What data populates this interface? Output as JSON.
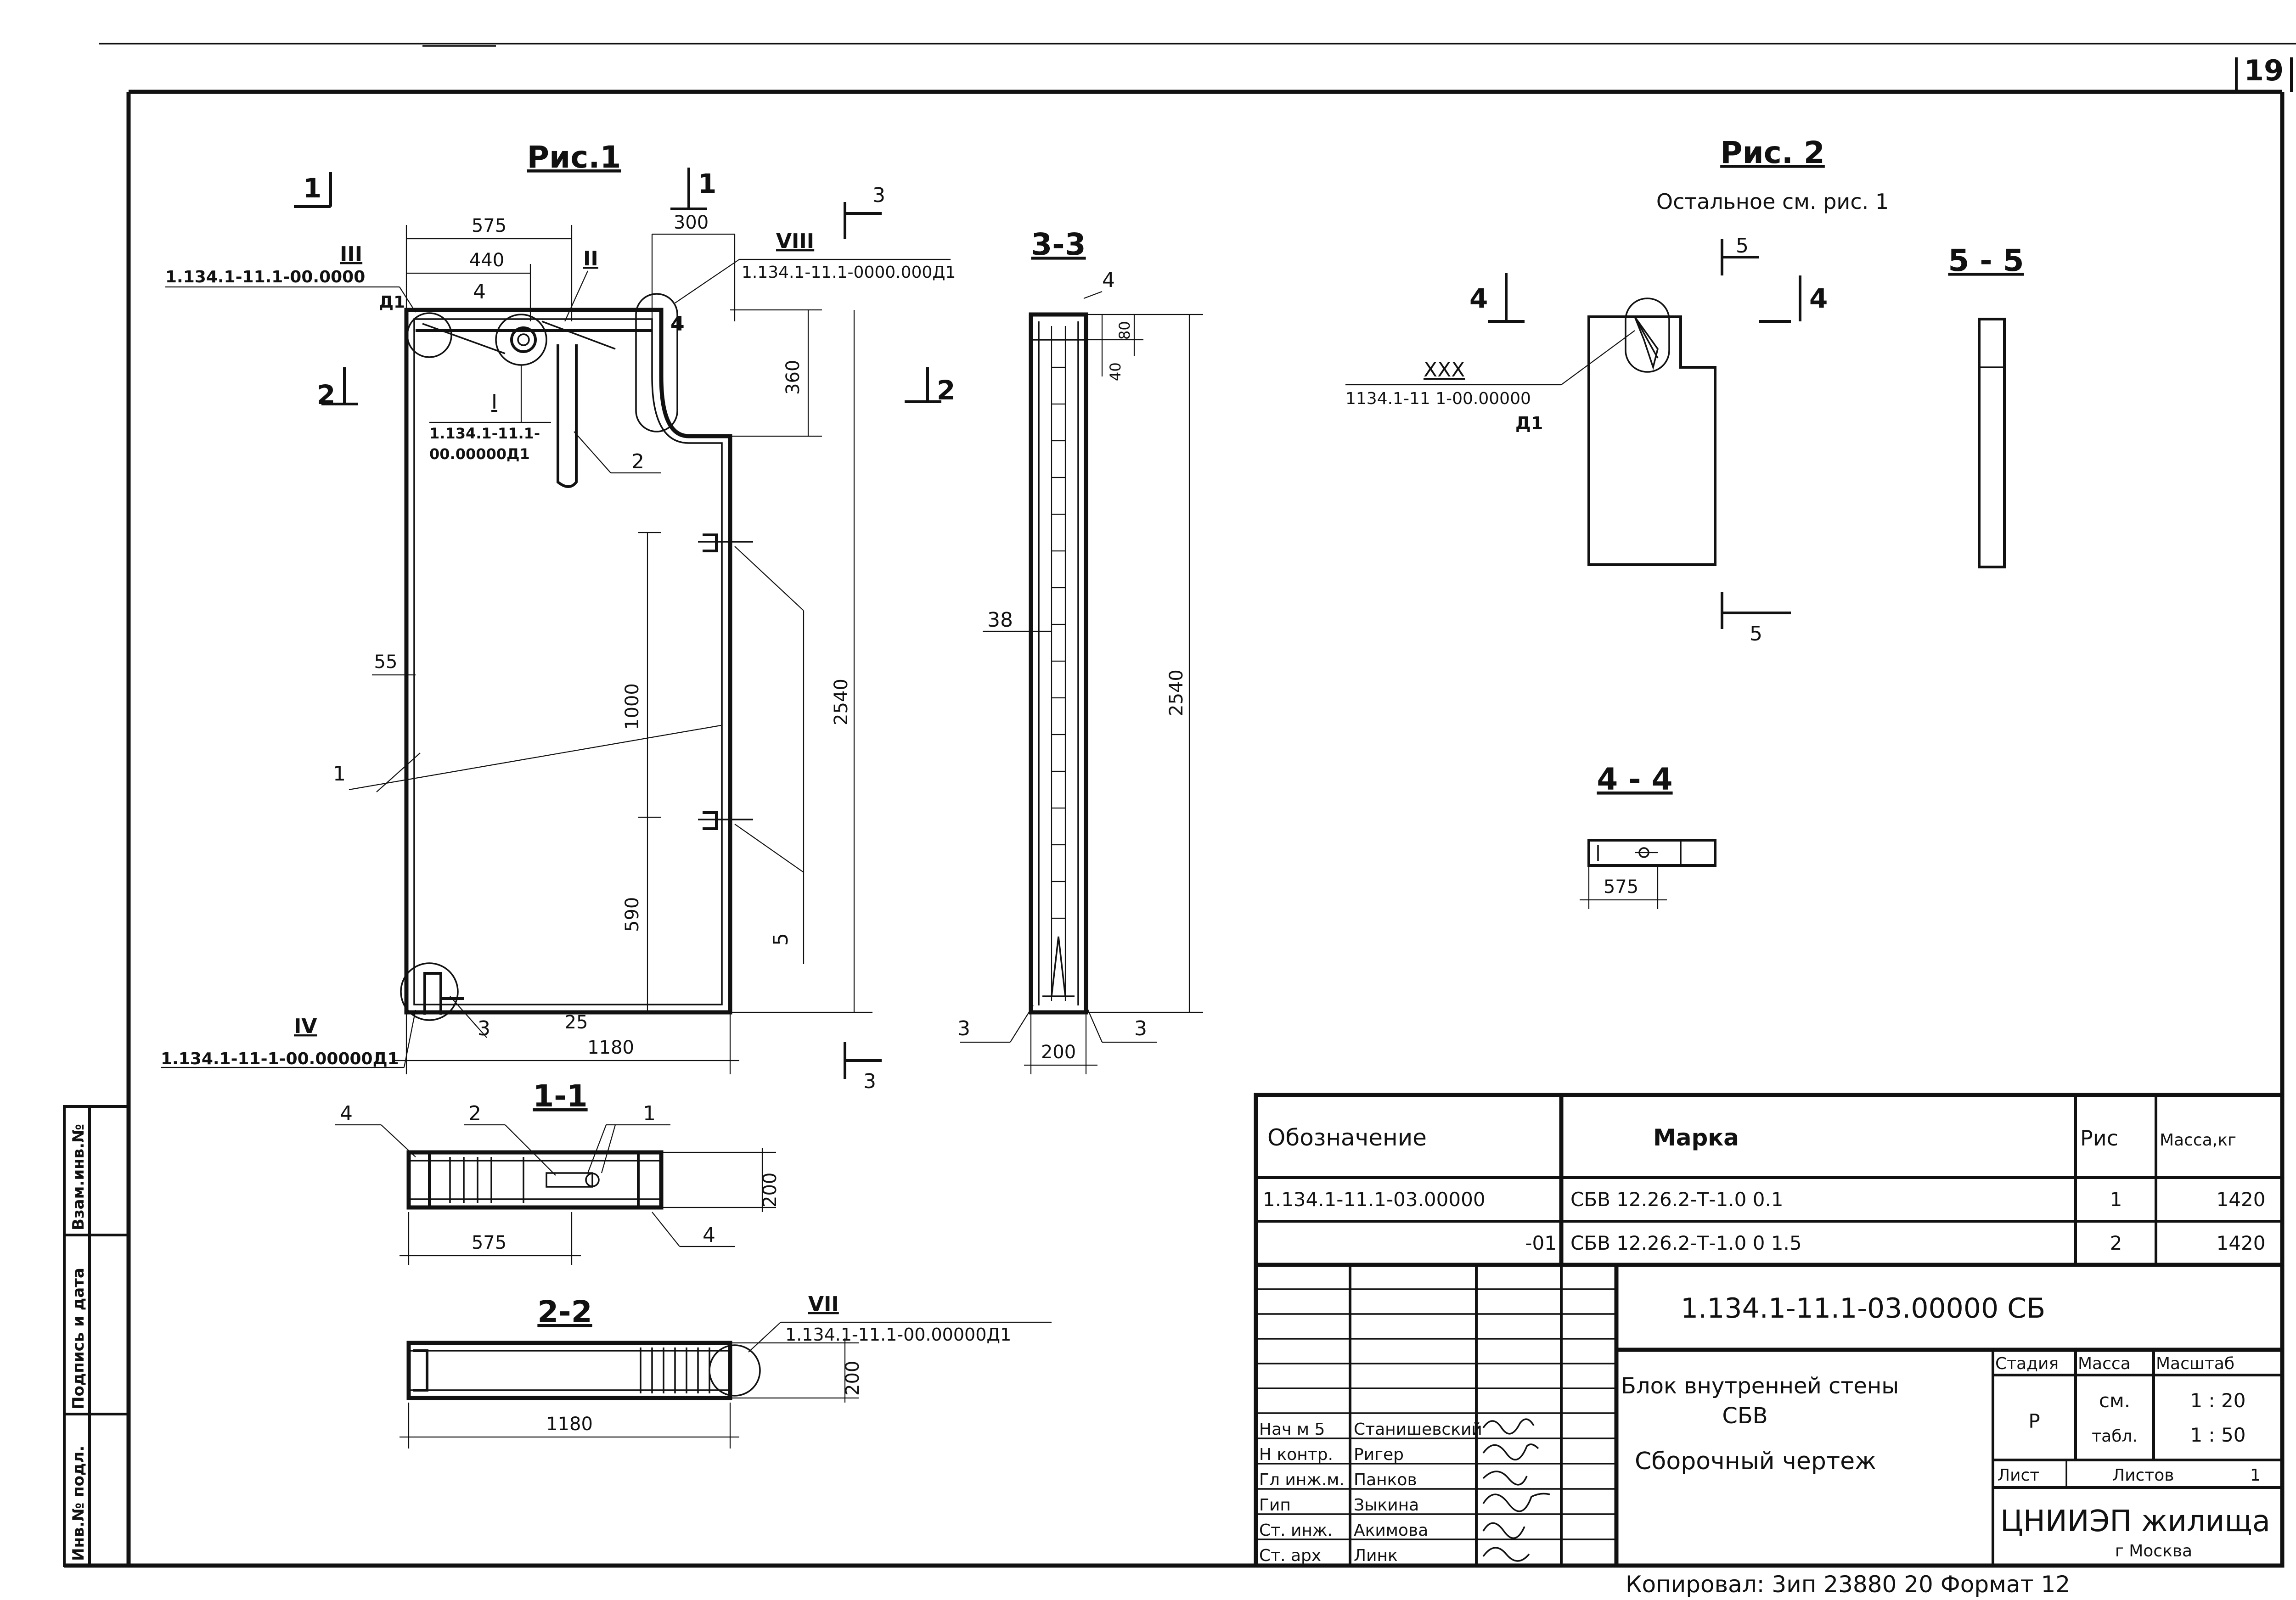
{
  "sheet": {
    "page_number": "19",
    "format_note": "Копировал: 3ип 23880 20 Формат 12"
  },
  "side_stamp": [
    "Инв.№ подл.",
    "Подпись и дата",
    "Взам.инв.№"
  ],
  "fig1": {
    "title": "Рис.1",
    "dims": {
      "w575": "575",
      "w440": "440",
      "w300": "300",
      "h360": "360",
      "h1000": "1000",
      "h2540": "2540",
      "h590": "590",
      "d55": "55",
      "d25": "25",
      "w1180": "1180"
    },
    "callouts": {
      "c1": "1",
      "c2": "2",
      "c3": "3",
      "c4a": "4",
      "c4b": "4",
      "c5": "5"
    },
    "nodes": {
      "n3_roman": "III",
      "n3_ref": "1.134.1-11.1-00.0000",
      "n3_sheet": "Д1",
      "n2_roman": "II",
      "n8_roman": "VIII",
      "n8_ref": "1.134.1-11.1-0000.000Д1",
      "n1_roman": "I",
      "n1_ref_a": "1.134.1-11.1-",
      "n1_ref_b": "00.00000Д1",
      "n4_roman": "IV",
      "n4_ref": "1.134.1-11-1-00.00000Д1"
    },
    "cuts": {
      "c1a": "1",
      "c1b": "1",
      "c2a": "2",
      "c2b": "2",
      "c3": "3"
    }
  },
  "sec33": {
    "title": "3-3",
    "d4": "4",
    "d80": "80",
    "d40": "40",
    "d38": "38",
    "d2540": "2540",
    "d200": "200",
    "c3a": "3",
    "c3b": "3",
    "c3top": "3"
  },
  "sec11": {
    "title": "1-1",
    "c4a": "4",
    "c2": "2",
    "c1": "1",
    "c4b": "4",
    "d200": "200",
    "d575": "575"
  },
  "sec22": {
    "title": "2-2",
    "d1180": "1180",
    "d200": "200",
    "n7_roman": "VII",
    "n7_ref": "1.134.1-11.1-00.00000Д1"
  },
  "fig2": {
    "title": "Рис. 2",
    "subtitle": "Остальное см. рис. 1",
    "c4a": "4",
    "c4b": "4",
    "c5a": "5",
    "c5b": "5",
    "n30_roman": "XXX",
    "n30_ref": "1134.1-11 1-00.00000",
    "n30_sheet": "Д1"
  },
  "sec55": {
    "title": "5 - 5"
  },
  "sec44": {
    "title": "4 - 4",
    "d575": "575"
  },
  "spec": {
    "headers": {
      "designation": "Обозначение",
      "mark": "Марка",
      "fig": "Рис",
      "mass": "Масса,кг"
    },
    "rows": [
      {
        "designation": "1.134.1-11.1-03.00000",
        "mark": "СБВ 12.26.2-Т-1.0 0.1",
        "fig": "1",
        "mass": "1420"
      },
      {
        "designation": "-01",
        "mark": "СБВ 12.26.2-Т-1.0 0 1.5",
        "fig": "2",
        "mass": "1420"
      }
    ]
  },
  "stamp": {
    "code": "1.134.1-11.1-03.00000 СБ",
    "name_l1": "Блок внутренней стены",
    "name_l2": "СБВ",
    "name_l3": "Сборочный чертеж",
    "stage_h": "Стадия",
    "mass_h": "Масса",
    "scale_h": "Масштаб",
    "stage": "Р",
    "mass_l1": "см.",
    "mass_l2": "табл.",
    "scale_l1": "1 : 20",
    "scale_l2": "1 : 50",
    "sheet_h": "Лист",
    "sheets_h": "Листов",
    "sheets": "1",
    "org_l1": "ЦНИИЭП жилища",
    "org_l2": "г Москва",
    "people": [
      {
        "role": "Нач м 5",
        "name": "Станишевский"
      },
      {
        "role": "Н контр.",
        "name": "Ригер"
      },
      {
        "role": "Гл инж.м.",
        "name": "Панков"
      },
      {
        "role": "Гип",
        "name": "Зыкина"
      },
      {
        "role": "Ст. инж.",
        "name": "Акимова"
      },
      {
        "role": "Ст. арх",
        "name": "Линк"
      }
    ]
  }
}
